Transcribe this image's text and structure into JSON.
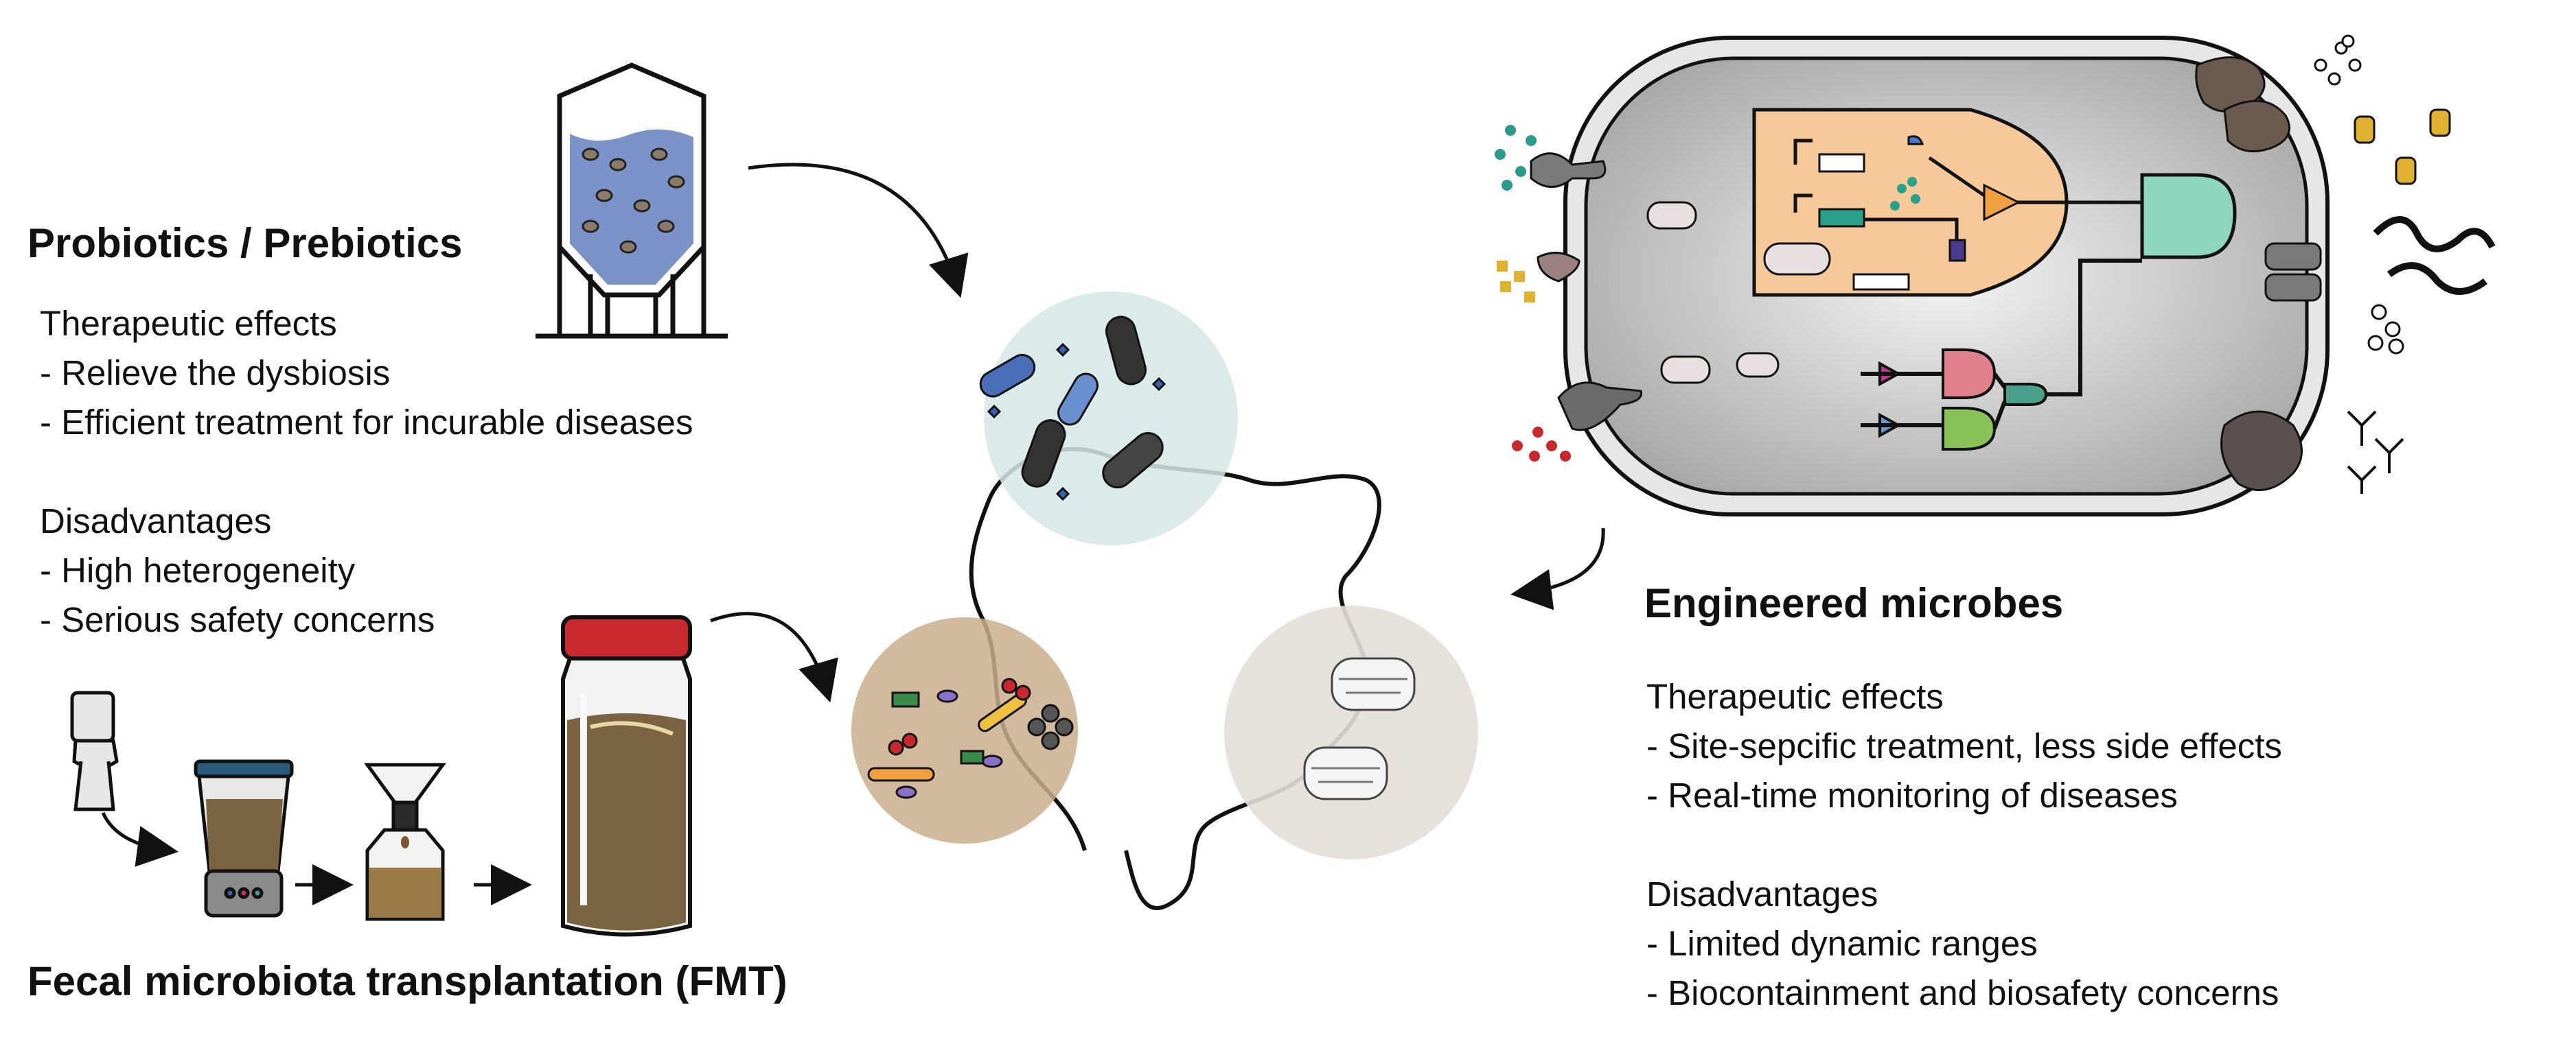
{
  "probiotics": {
    "title": "Probiotics / Prebiotics",
    "effects_heading": "Therapeutic effects",
    "effects": [
      "- Relieve the dysbiosis",
      "- Efficient treatment for incurable diseases"
    ],
    "disadvantages_heading": "Disadvantages",
    "disadvantages": [
      "- High heterogeneity",
      "- Serious safety concerns"
    ]
  },
  "fmt": {
    "title": "Fecal microbiota transplantation (FMT)"
  },
  "engineered": {
    "title": "Engineered microbes",
    "effects_heading": "Therapeutic effects",
    "effects": [
      "- Site-sepcific treatment, less side effects",
      "- Real-time monitoring of diseases"
    ],
    "disadvantages_heading": "Disadvantages",
    "disadvantages": [
      "- Limited dynamic ranges",
      "- Biocontainment and biosafety concerns"
    ]
  },
  "colors": {
    "cell_gray": "#c9c9c9",
    "circuit_orange": "#f6c99a",
    "gate_green": "#8fd6bf",
    "fmt_brown": "#7a6340",
    "probiotic_blue": "#7b93c9",
    "lid_red": "#c8292e"
  }
}
